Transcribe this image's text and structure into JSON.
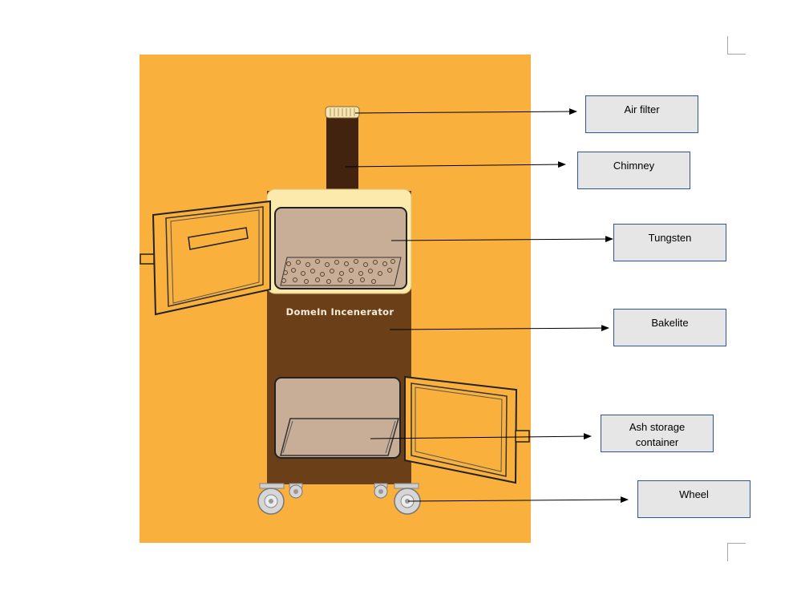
{
  "diagram": {
    "brand_text": "DomeIn Incenerator",
    "labels": {
      "air_filter": "Air filter",
      "chimney": "Chimney",
      "tungsten": "Tungsten",
      "bakelite": "Bakelite",
      "ash_storage_line1": "Ash storage",
      "ash_storage_line2": "container",
      "wheel": "Wheel"
    },
    "colors": {
      "background_panel": "#f9b03c",
      "body": "#6b3f17",
      "chimney": "#42230f",
      "upper_chamber": "#fbeaab",
      "chamber_inner": "#c8ae96",
      "label_box_fill": "#e6e6e6",
      "label_box_border": "#2f5597"
    }
  }
}
